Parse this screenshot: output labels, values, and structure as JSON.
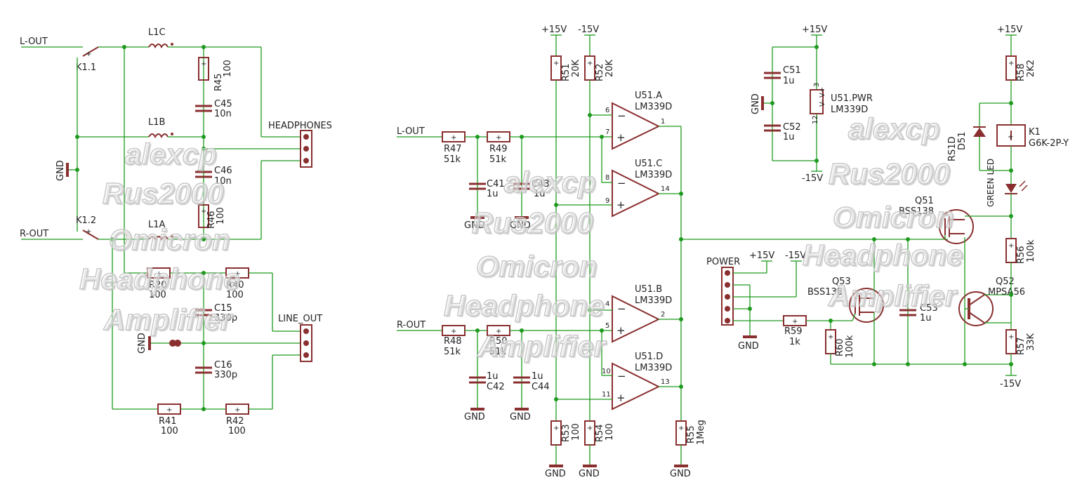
{
  "labels": {
    "l_out": "L-OUT",
    "r_out": "R-OUT",
    "k11": "K1.1",
    "k12": "K1.2",
    "gnd": "GND",
    "l1c": "L1C",
    "l1b": "L1B",
    "l1a": "L1A",
    "r45": "R45",
    "v100": "100",
    "c45": "C45",
    "v10n": "10n",
    "c46": "C46",
    "r46": "R46",
    "headphones": "HEADPHONES",
    "r20": "R20",
    "r40": "R40",
    "c15": "C15",
    "v330p": "330p",
    "line_out": "LINE_OUT",
    "c16": "C16",
    "r41": "R41",
    "r42": "R42",
    "p15v": "+15V",
    "m15v": "-15V",
    "r51": "R51",
    "r52": "R52",
    "v20k": "20K",
    "r47": "R47",
    "r49": "R49",
    "v51k": "51k",
    "c41": "C41",
    "c43": "C43",
    "v1u": "1u",
    "r48": "R48",
    "r50": "R50",
    "c42": "C42",
    "c44": "C44",
    "u51a": "U51.A",
    "u51b": "U51.B",
    "u51c": "U51.C",
    "u51d": "U51.D",
    "lm339d": "LM339D",
    "r53": "R53",
    "r54": "R54",
    "r55": "R55",
    "v1meg": "1Meg",
    "c51": "C51",
    "c52": "C52",
    "u51pwr": "U51.PWR",
    "power": "POWER",
    "r59": "R59",
    "v1k": "1k",
    "q53": "Q53",
    "bss138": "BSS138",
    "r60": "R60",
    "v100k": "100k",
    "c53": "C53",
    "q51": "Q51",
    "q52": "Q52",
    "mpsa56": "MPSA56",
    "r58": "R58",
    "v2k2": "2K2",
    "rs1d": "RS1D",
    "d51": "D51",
    "k1": "K1",
    "g6k": "G6K-2P-Y",
    "green_led": "GREEN LED",
    "r56": "R56",
    "r57": "R57",
    "v33k": "33K"
  },
  "pins": {
    "p1": "1",
    "p2": "2",
    "p3": "3",
    "p4": "4",
    "p5": "5",
    "p6": "6",
    "p7": "7",
    "p8": "8",
    "p9": "9",
    "p10": "10",
    "p11": "11",
    "p12": "12",
    "p13": "13",
    "p14": "14"
  },
  "watermark": [
    "alexcp",
    "Rus2000",
    "Omicron",
    "Headphone",
    "Amplifier"
  ],
  "colors": {
    "wire": "#1e9a1e",
    "part": "#8a2f2f",
    "text": "#222222"
  }
}
